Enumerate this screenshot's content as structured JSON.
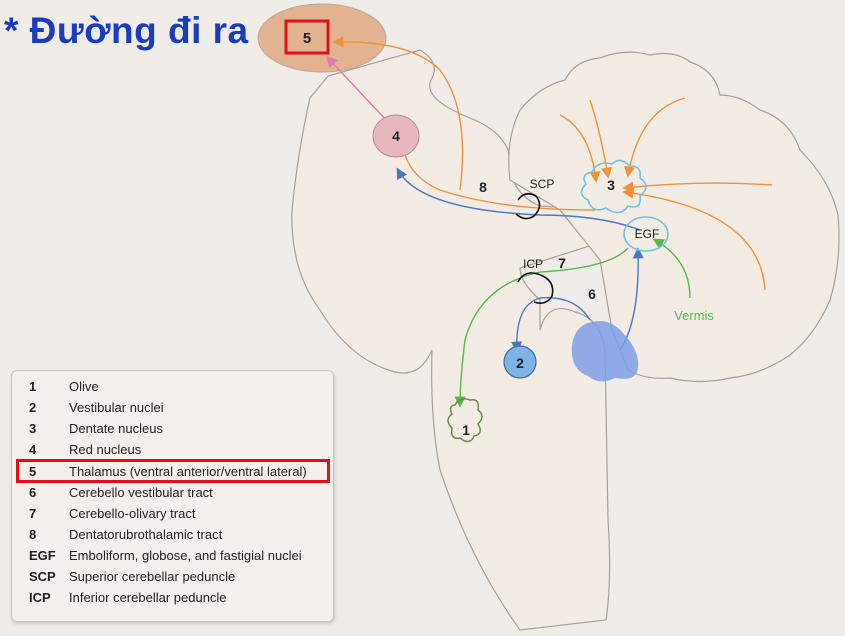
{
  "title": "* Đường đi ra",
  "labels": {
    "n1": "1",
    "n2": "2",
    "n3": "3",
    "n4": "4",
    "n5": "5",
    "n6": "6",
    "n7": "7",
    "n8": "8",
    "scp": "SCP",
    "icp": "ICP",
    "egf": "EGF",
    "vermis": "Vermis"
  },
  "legend": [
    {
      "key": "1",
      "desc": "Olive"
    },
    {
      "key": "2",
      "desc": "Vestibular nuclei"
    },
    {
      "key": "3",
      "desc": "Dentate nucleus"
    },
    {
      "key": "4",
      "desc": "Red nucleus"
    },
    {
      "key": "5",
      "desc": "Thalamus (ventral anterior/ventral lateral)"
    },
    {
      "key": "6",
      "desc": "Cerebello vestibular tract"
    },
    {
      "key": "7",
      "desc": "Cerebello-olivary tract"
    },
    {
      "key": "8",
      "desc": "Dentatorubrothalamic tract"
    },
    {
      "key": "EGF",
      "desc": "Emboliform, globose, and fastigial nuclei"
    },
    {
      "key": "SCP",
      "desc": "Superior cerebellar peduncle"
    },
    {
      "key": "ICP",
      "desc": "Inferior cerebellar peduncle"
    }
  ],
  "colors": {
    "title": "#1a3dbf",
    "highlight": "#e0101a",
    "orange_tract": "#f0913a",
    "blue_tract": "#4a78c0",
    "green_tract": "#58b848",
    "pink_tract": "#e07aaa",
    "tissue": "#f3ece4"
  }
}
